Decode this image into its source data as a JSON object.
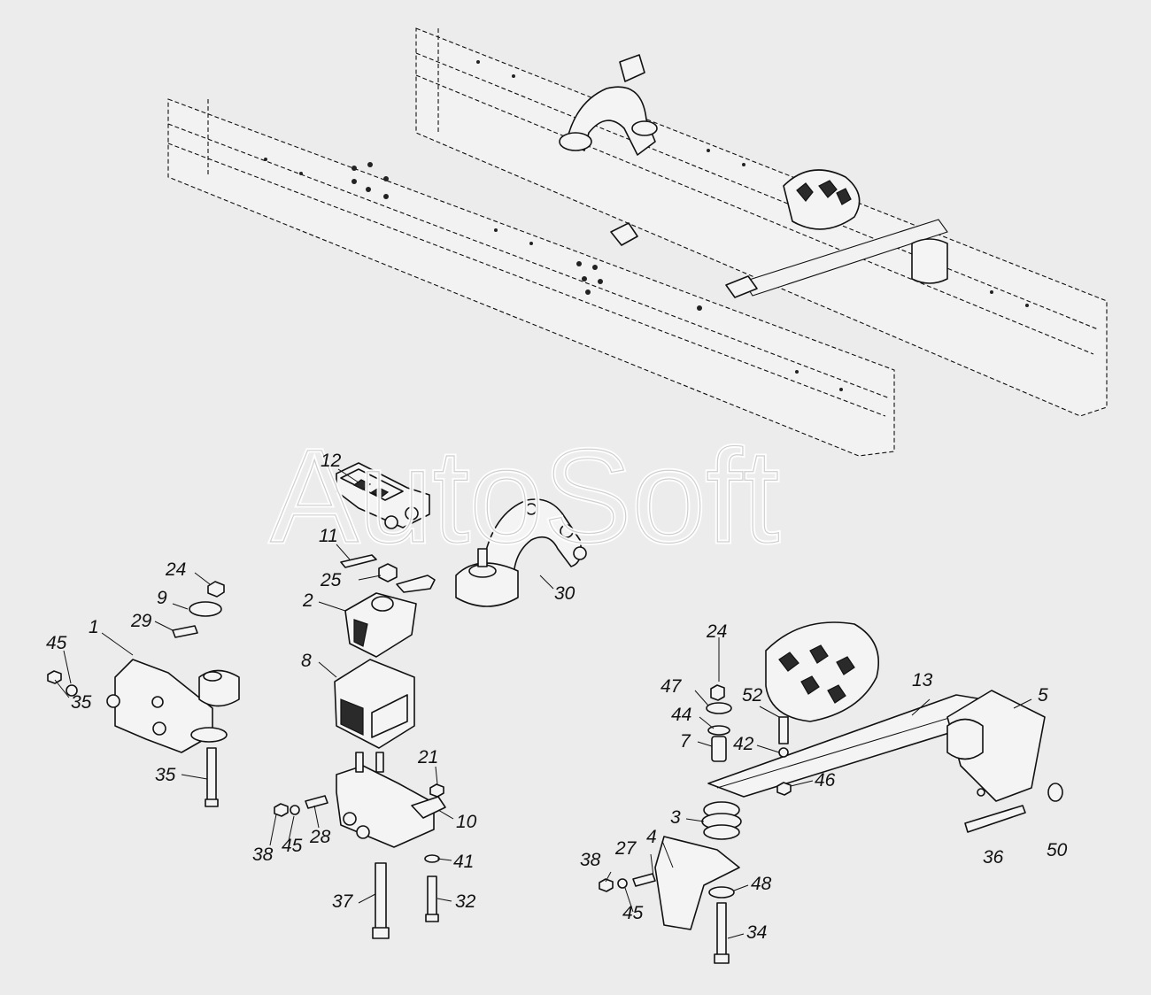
{
  "watermark": "AutoSoft",
  "labels": [
    {
      "id": "l12",
      "text": "12"
    },
    {
      "id": "l11",
      "text": "11"
    },
    {
      "id": "l25",
      "text": "25"
    },
    {
      "id": "l2",
      "text": "2"
    },
    {
      "id": "l8",
      "text": "8"
    },
    {
      "id": "l30",
      "text": "30"
    },
    {
      "id": "l24a",
      "text": "24"
    },
    {
      "id": "l9",
      "text": "9"
    },
    {
      "id": "l29",
      "text": "29"
    },
    {
      "id": "l1",
      "text": "1"
    },
    {
      "id": "l45a",
      "text": "45"
    },
    {
      "id": "l35a",
      "text": "35"
    },
    {
      "id": "l35b",
      "text": "35"
    },
    {
      "id": "l21",
      "text": "21"
    },
    {
      "id": "l10",
      "text": "10"
    },
    {
      "id": "l38a",
      "text": "38"
    },
    {
      "id": "l45b",
      "text": "45"
    },
    {
      "id": "l28",
      "text": "28"
    },
    {
      "id": "l41",
      "text": "41"
    },
    {
      "id": "l37",
      "text": "37"
    },
    {
      "id": "l32",
      "text": "32"
    },
    {
      "id": "l24b",
      "text": "24"
    },
    {
      "id": "l47",
      "text": "47"
    },
    {
      "id": "l52",
      "text": "52"
    },
    {
      "id": "l44",
      "text": "44"
    },
    {
      "id": "l7",
      "text": "7"
    },
    {
      "id": "l42",
      "text": "42"
    },
    {
      "id": "l13",
      "text": "13"
    },
    {
      "id": "l5",
      "text": "5"
    },
    {
      "id": "l46",
      "text": "46"
    },
    {
      "id": "l3",
      "text": "3"
    },
    {
      "id": "l27",
      "text": "27"
    },
    {
      "id": "l4",
      "text": "4"
    },
    {
      "id": "l38b",
      "text": "38"
    },
    {
      "id": "l45c",
      "text": "45"
    },
    {
      "id": "l48",
      "text": "48"
    },
    {
      "id": "l34",
      "text": "34"
    },
    {
      "id": "l36",
      "text": "36"
    },
    {
      "id": "l50",
      "text": "50"
    }
  ]
}
